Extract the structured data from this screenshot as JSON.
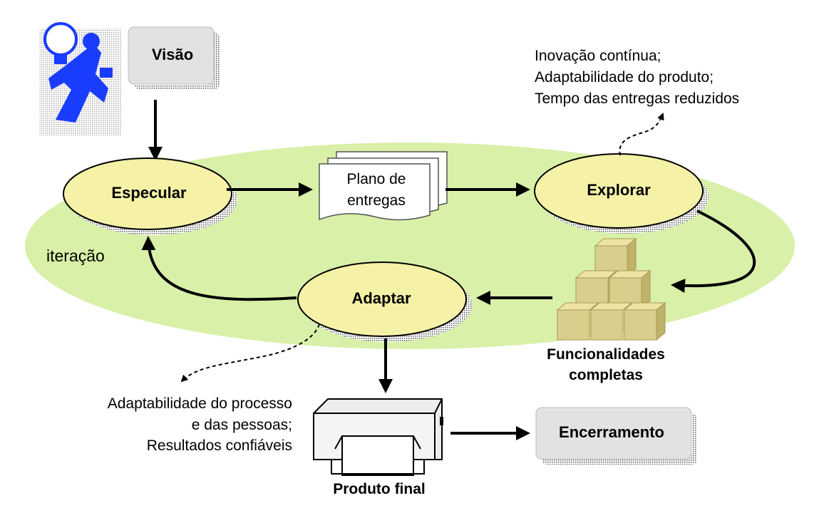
{
  "nodes": {
    "visao": "Visão",
    "especular": "Especular",
    "plano_line1": "Plano de",
    "plano_line2": "entregas",
    "explorar": "Explorar",
    "adaptar": "Adaptar",
    "encerramento": "Encerramento"
  },
  "labels": {
    "iteracao": "iteração",
    "funcionalidades_line1": "Funcionalidades",
    "funcionalidades_line2": "completas",
    "produto_final": "Produto final"
  },
  "notes": {
    "explorar_benefits": [
      "Inovação contínua;",
      "Adaptabilidade do produto;",
      "Tempo das entregas reduzidos"
    ],
    "adaptar_benefits": [
      "Adaptabilidade do processo",
      "e das pessoas;",
      "Resultados confiáveis"
    ]
  },
  "colors": {
    "iteration_area": "#d8f0a8",
    "phase_fill": "#f5f2a8",
    "box_fill": "#e2e2e2",
    "cube_fill": "#d9cf8c",
    "arrow": "#000000"
  },
  "icons": {
    "vision_figure": "person-with-lightbulb-icon",
    "printer": "printer-icon",
    "cubes": "stacked-cubes-icon",
    "document": "document-stack-icon"
  }
}
